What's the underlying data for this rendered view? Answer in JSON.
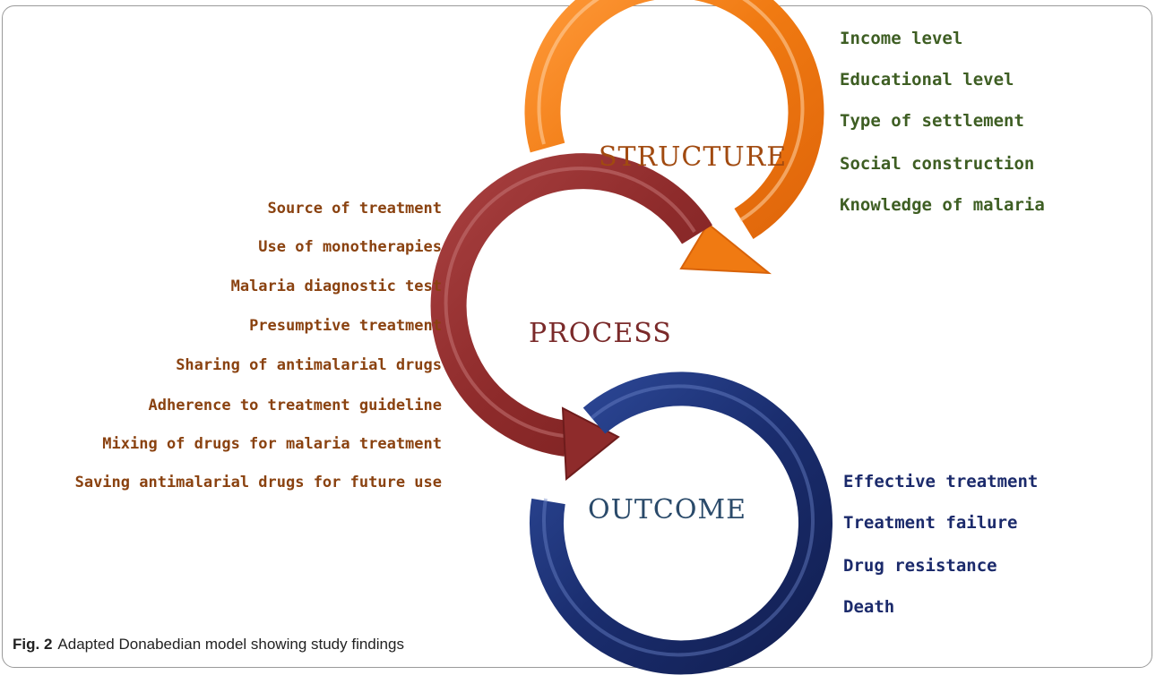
{
  "stages": {
    "structure": {
      "label": "STRUCTURE",
      "color": "#f07a12"
    },
    "process": {
      "label": "PROCESS",
      "color": "#8e2b2b"
    },
    "outcome": {
      "label": "OUTCOME",
      "color": "#1a2d6e"
    }
  },
  "structure_factors": [
    "Income level",
    "Educational level",
    "Type of settlement",
    "Social construction",
    "Knowledge of malaria"
  ],
  "process_factors": [
    "Source of treatment",
    "Use of monotherapies",
    "Malaria diagnostic test",
    "Presumptive treatment",
    "Sharing of antimalarial drugs",
    "Adherence to treatment guideline",
    "Mixing of drugs for malaria treatment",
    "Saving antimalarial drugs for future use"
  ],
  "outcome_factors": [
    "Effective treatment",
    "Treatment failure",
    "Drug resistance",
    "Death"
  ],
  "caption": {
    "label": "Fig. 2",
    "text": "Adapted Donabedian model showing study findings"
  }
}
